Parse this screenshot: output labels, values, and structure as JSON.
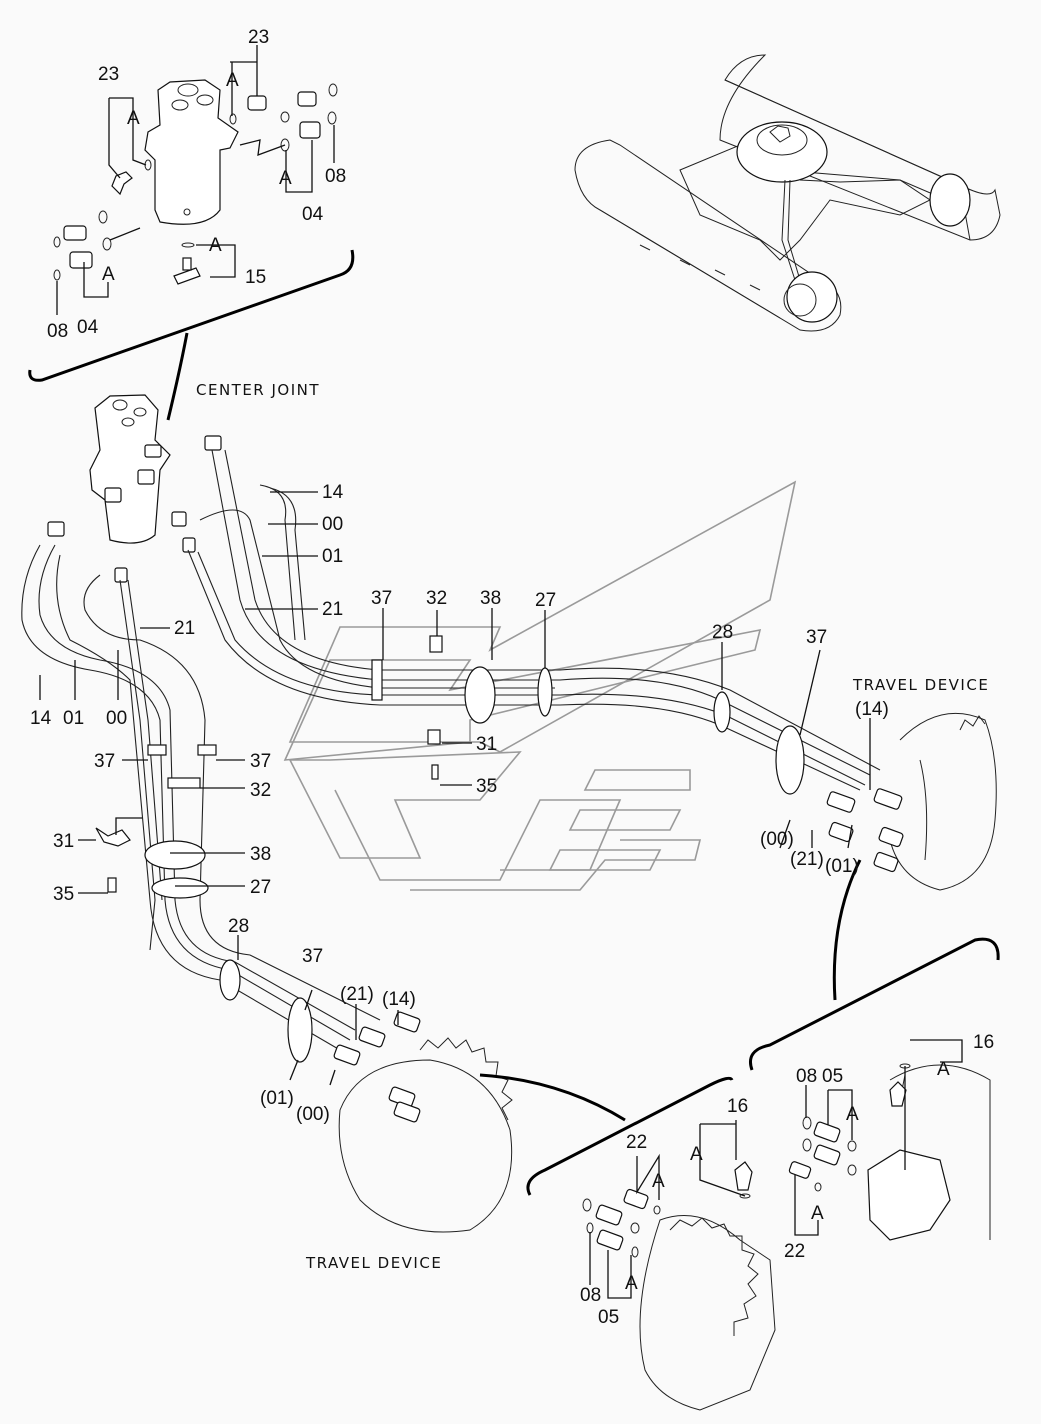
{
  "title": "Center Joint and Travel Device Hydraulic Piping",
  "captions": {
    "center_joint": "CENTER JOINT",
    "travel_device_right": "TRAVEL DEVICE",
    "travel_device_left": "TRAVEL DEVICE"
  },
  "callouts": {
    "center_joint_detail": [
      {
        "id": "cj-23a",
        "text": "23"
      },
      {
        "id": "cj-23b",
        "text": "23"
      },
      {
        "id": "cj-a1",
        "text": "A"
      },
      {
        "id": "cj-a2",
        "text": "A"
      },
      {
        "id": "cj-a3",
        "text": "A"
      },
      {
        "id": "cj-a4",
        "text": "A"
      },
      {
        "id": "cj-a5",
        "text": "A"
      },
      {
        "id": "cj-08a",
        "text": "08"
      },
      {
        "id": "cj-04a",
        "text": "04"
      },
      {
        "id": "cj-08b",
        "text": "08"
      },
      {
        "id": "cj-04b",
        "text": "04"
      },
      {
        "id": "cj-15",
        "text": "15"
      }
    ],
    "hoses": [
      {
        "id": "h-14r",
        "text": "14"
      },
      {
        "id": "h-00r",
        "text": "00"
      },
      {
        "id": "h-01r",
        "text": "01"
      },
      {
        "id": "h-21r",
        "text": "21"
      },
      {
        "id": "h-21l",
        "text": "21"
      },
      {
        "id": "h-14l",
        "text": "14"
      },
      {
        "id": "h-01l",
        "text": "01"
      },
      {
        "id": "h-00l",
        "text": "00"
      }
    ],
    "clamps_upper": [
      {
        "id": "u-37",
        "text": "37"
      },
      {
        "id": "u-32",
        "text": "32"
      },
      {
        "id": "u-38",
        "text": "38"
      },
      {
        "id": "u-27",
        "text": "27"
      },
      {
        "id": "u-31",
        "text": "31"
      },
      {
        "id": "u-35",
        "text": "35"
      },
      {
        "id": "u-28",
        "text": "28"
      },
      {
        "id": "u-37b",
        "text": "37"
      }
    ],
    "clamps_left": [
      {
        "id": "l-37a",
        "text": "37"
      },
      {
        "id": "l-37b",
        "text": "37"
      },
      {
        "id": "l-32",
        "text": "32"
      },
      {
        "id": "l-31",
        "text": "31"
      },
      {
        "id": "l-38",
        "text": "38"
      },
      {
        "id": "l-35",
        "text": "35"
      },
      {
        "id": "l-27",
        "text": "27"
      },
      {
        "id": "l-28",
        "text": "28"
      },
      {
        "id": "l-37c",
        "text": "37"
      }
    ],
    "travel_right": [
      {
        "id": "tr-14",
        "text": "(14)"
      },
      {
        "id": "tr-00",
        "text": "(00)"
      },
      {
        "id": "tr-21",
        "text": "(21)"
      },
      {
        "id": "tr-01",
        "text": "(01)"
      }
    ],
    "travel_left": [
      {
        "id": "tl-21",
        "text": "(21)"
      },
      {
        "id": "tl-14",
        "text": "(14)"
      },
      {
        "id": "tl-01",
        "text": "(01)"
      },
      {
        "id": "tl-00",
        "text": "(00)"
      }
    ],
    "motor_detail_right": [
      {
        "id": "mr-16",
        "text": "16"
      },
      {
        "id": "mr-a1",
        "text": "A"
      },
      {
        "id": "mr-08",
        "text": "08"
      },
      {
        "id": "mr-05",
        "text": "05"
      },
      {
        "id": "mr-a2",
        "text": "A"
      },
      {
        "id": "mr-a3",
        "text": "A"
      },
      {
        "id": "mr-22",
        "text": "22"
      }
    ],
    "motor_detail_left": [
      {
        "id": "ml-16",
        "text": "16"
      },
      {
        "id": "ml-a1",
        "text": "A"
      },
      {
        "id": "ml-22",
        "text": "22"
      },
      {
        "id": "ml-a2",
        "text": "A"
      },
      {
        "id": "ml-08",
        "text": "08"
      },
      {
        "id": "ml-a3",
        "text": "A"
      },
      {
        "id": "ml-05",
        "text": "05"
      }
    ]
  }
}
